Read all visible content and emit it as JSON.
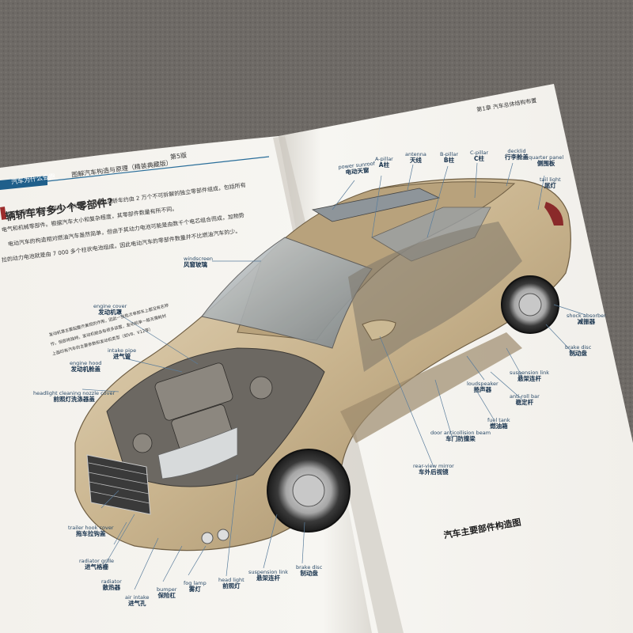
{
  "book": {
    "left_header_series": "汽车为什么会跑",
    "left_header_title": "图解汽车构造与原理（精装典藏版）",
    "left_header_edition": "第5版",
    "right_header": "第1章   汽车总体结构布置"
  },
  "section": {
    "question": "辆轿车有多少个零部件?",
    "body_lines": [
      "这个问题没有标准答案。据估计，一辆燃油轿车约由 2 万个不可拆解的独立零部件组成，包括所有",
      "电气和机械零部件。根据汽车大小和复杂程度，其零部件数量有所不同。",
      "电动汽车的构造相对燃油汽车虽然简单，但由于其动力电池可能是由数千个电芯组合而成，加物势",
      "拉的动力电池就是由 7 000 多个柱状电池组成，因此电动汽车的零部件数量并不比燃油汽车的少。"
    ],
    "note_lines": [
      "发动机罩主要起整齐美观的作用，因此一些批次单部车上都没有名称",
      "作，但即将独特，发动机舱会有很多装置，发动机单一般无需耗材",
      "上面印有汽车的主要参数和发动机类型（如V8、V12等）"
    ]
  },
  "labels": [
    {
      "en": "power sunroof",
      "zh": "电动天窗"
    },
    {
      "en": "A-pillar",
      "zh": "A柱"
    },
    {
      "en": "antenna",
      "zh": "天线"
    },
    {
      "en": "B-pillar",
      "zh": "B柱"
    },
    {
      "en": "C-pillar",
      "zh": "C柱"
    },
    {
      "en": "decklid",
      "zh": "行李舱盖"
    },
    {
      "en": "quarter panel",
      "zh": "侧围板"
    },
    {
      "en": "tail light",
      "zh": "尾灯"
    },
    {
      "en": "windscreen",
      "zh": "风窗玻璃"
    },
    {
      "en": "engine cover",
      "zh": "发动机罩"
    },
    {
      "en": "intake pipe",
      "zh": "进气管"
    },
    {
      "en": "engine hood",
      "zh": "发动机舱盖"
    },
    {
      "en": "headlight cleaning nozzle cover",
      "zh": "前照灯洗涤器盖"
    },
    {
      "en": "shock absorber",
      "zh": "减振器"
    },
    {
      "en": "brake disc",
      "zh": "制动盘"
    },
    {
      "en": "suspension link",
      "zh": "悬架连杆"
    },
    {
      "en": "loudspeaker",
      "zh": "扬声器"
    },
    {
      "en": "anti-roll bar",
      "zh": "稳定杆"
    },
    {
      "en": "fuel tank",
      "zh": "燃油箱"
    },
    {
      "en": "door anticollision beam",
      "zh": "车门防撞梁"
    },
    {
      "en": "rear-view mirror",
      "zh": "车外后视镜"
    },
    {
      "en": "trailer hook cover",
      "zh": "拖车拉钩盖"
    },
    {
      "en": "radiator grille",
      "zh": "进气格栅"
    },
    {
      "en": "radiator",
      "zh": "散热器"
    },
    {
      "en": "air intake",
      "zh": "进气孔"
    },
    {
      "en": "bumper",
      "zh": "保险杠"
    },
    {
      "en": "fog lamp",
      "zh": "雾灯"
    },
    {
      "en": "head light",
      "zh": "前照灯"
    },
    {
      "en": "suspension link",
      "zh": "悬架连杆"
    },
    {
      "en": "brake disc",
      "zh": "制动盘"
    }
  ],
  "figure_caption": "汽车主要部件构造图"
}
